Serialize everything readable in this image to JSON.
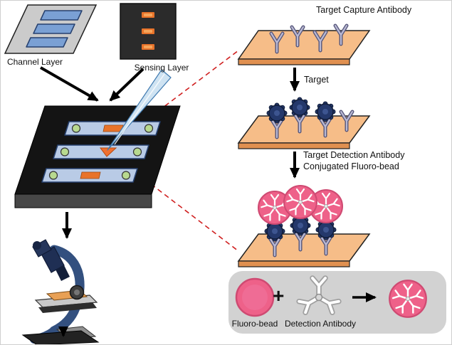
{
  "figure": {
    "left_panel": {
      "channel_layer_label": "Channel Layer",
      "sensing_layer_label": "Sensing Layer"
    },
    "assay_steps": {
      "capture_antibody_label": "Target Capture Antibody",
      "target_label": "Target",
      "detection_label_line1": "Target Detection Antibody",
      "detection_label_line2": "Conjugated Fluoro-bead"
    },
    "legend": {
      "plus_sign": "+",
      "fluoro_bead_label": "Fluoro-bead",
      "detection_antibody_label": "Detection Antibody"
    },
    "colors": {
      "channel_blue": "#7aa0d4",
      "chip_black": "#141414",
      "sensing_orange": "#e8732a",
      "strip_blue": "#b9cbe6",
      "well_green": "#b8d98f",
      "plate_orange": "#f6bd88",
      "antibody_gray": "#56567a",
      "target_navy": "#24386b",
      "bead_pink": "#ee6189",
      "legend_gray": "#d2d2d2",
      "dashed_red": "#d02020"
    }
  }
}
